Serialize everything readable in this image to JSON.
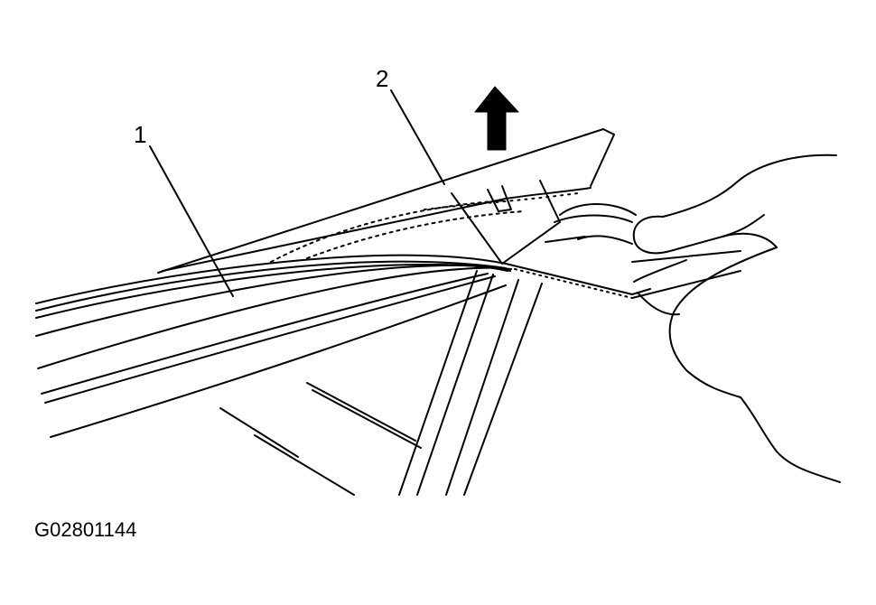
{
  "figure": {
    "id": "G02801144",
    "callouts": [
      {
        "label": "1"
      },
      {
        "label": "2"
      }
    ],
    "icons": [
      "up-arrow-icon",
      "hand-icon"
    ],
    "colors": {
      "ink": "#000000",
      "paper": "#ffffff"
    }
  }
}
